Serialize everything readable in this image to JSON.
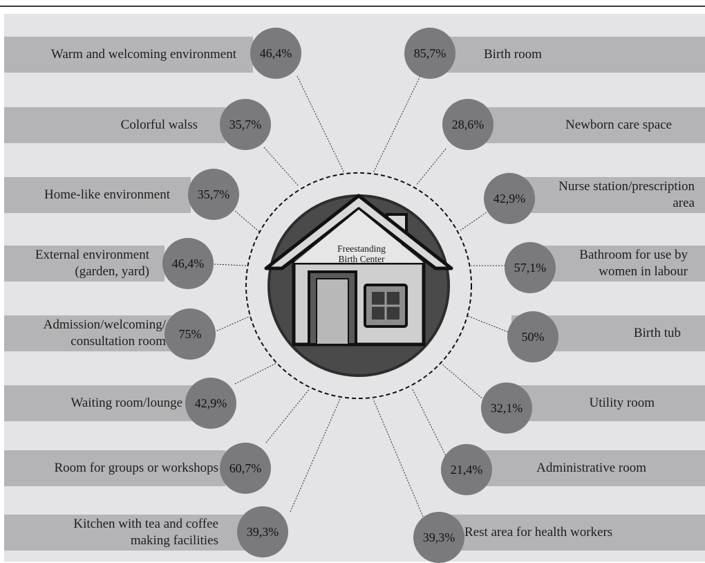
{
  "center": {
    "title_line1": "Freestanding",
    "title_line2": "Birth Center"
  },
  "left_items": [
    {
      "label": "Warm and welcoming environment",
      "value": "46,4%"
    },
    {
      "label": "Colorful walss",
      "value": "35,7%"
    },
    {
      "label": "Home-like environment",
      "value": "35,7%"
    },
    {
      "label": "External environment\n(garden, yard)",
      "value": "46,4%"
    },
    {
      "label": "Admission/welcoming/\nconsultation room",
      "value": "75%"
    },
    {
      "label": "Waiting room/lounge",
      "value": "42,9%"
    },
    {
      "label": "Room for groups or workshops",
      "value": "60,7%"
    },
    {
      "label": "Kitchen with tea and coffee\nmaking facilities",
      "value": "39,3%"
    }
  ],
  "right_items": [
    {
      "label": "Birth room",
      "value": "85,7%"
    },
    {
      "label": "Newborn care space",
      "value": "28,6%"
    },
    {
      "label": "Nurse station/prescription\narea",
      "value": "42,9%"
    },
    {
      "label": "Bathroom for use by\nwomen in labour",
      "value": "57,1%"
    },
    {
      "label": "Birth tub",
      "value": "50%"
    },
    {
      "label": "Utility room",
      "value": "32,1%"
    },
    {
      "label": "Administrative room",
      "value": "21,4%"
    },
    {
      "label": "Rest area for health workers",
      "value": "39,3%"
    }
  ],
  "colors": {
    "band": "#b4b4b6",
    "background": "#e4e4e6",
    "circle": "#7a797d",
    "house_disc": "#4a4a4a"
  }
}
